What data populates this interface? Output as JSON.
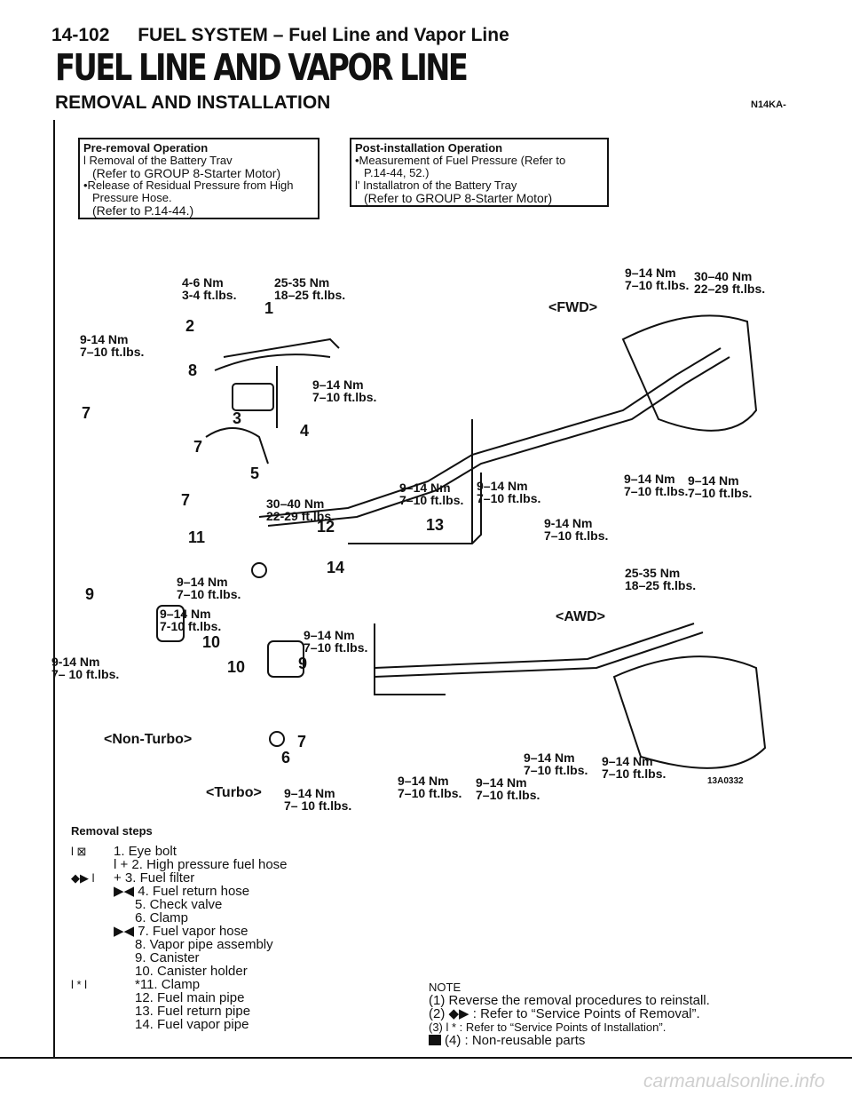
{
  "header": {
    "page": "14-102",
    "section": "FUEL SYSTEM – Fuel Line and Vapor Line"
  },
  "title": "FUEL LINE AND VAPOR LINE",
  "subtitle": "REMOVAL AND INSTALLATION",
  "code": "N14KA-",
  "pre_op": {
    "title": "Pre-removal Operation",
    "lines": [
      "l  Removal of the Battery Trav",
      "(Refer to GROUP 8-Starter Motor)",
      "•Release of Residual Pressure from High",
      "Pressure Hose.",
      "(Refer to P.14-44.)"
    ]
  },
  "post_op": {
    "title": "Post-installation Operation",
    "lines": [
      "•Measurement of Fuel Pressure (Refer to",
      "P.14-44, 52.)",
      "l' Installatron of the Battery Tray",
      "(Refer to GROUP 8-Starter Motor)"
    ]
  },
  "diagram": {
    "labels": [
      {
        "t": "4-6 Nm\n3-4 ft.lbs."
      },
      {
        "t": "25-35 Nm\n18–25 ft.lbs."
      },
      {
        "t": "9-14 Nm\n7–10 ft.lbs."
      },
      {
        "t": "9–14 Nm\n7–10 ft.lbs."
      },
      {
        "t": "30–40 Nm\n22–29 ft.lbs."
      },
      {
        "t": "9–14 Nm\n7–10 ft.lbs."
      },
      {
        "t": "9–14 Nm\n7–10 ft.lbs."
      },
      {
        "t": "9–14 Nm\n7–10 ft.lbs."
      },
      {
        "t": "9–14 Nm\n7–10 ft.lbs."
      },
      {
        "t": "9–14 Nm\n7–10 ft.lbs."
      },
      {
        "t": "9-14 Nm\n7–10 ft.lbs."
      },
      {
        "t": "30–40 Nm\n22-29 ft.lbs."
      },
      {
        "t": "9–14 Nm\n7–10 ft.lbs."
      },
      {
        "t": "9–14 Nm\n7-10 ft.lbs."
      },
      {
        "t": "9–14 Nm\n7–10 ft.lbs."
      },
      {
        "t": "9-14 Nm\n7– 10 ft.lbs."
      },
      {
        "t": "25-35 Nm\n18–25 ft.lbs."
      },
      {
        "t": "9–14 Nm\n7–10 ft.lbs."
      },
      {
        "t": "9–14 Nm\n7–10 ft.lbs."
      },
      {
        "t": "9–14 Nm\n7–10 ft.lbs."
      },
      {
        "t": "9–14 Nm\n7–10 ft.lbs."
      },
      {
        "t": "9–14 Nm\n7– 10 ft.lbs."
      }
    ],
    "numbers": [
      "1",
      "2",
      "3",
      "4",
      "5",
      "6",
      "7",
      "7",
      "7",
      "7",
      "8",
      "9",
      "9",
      "10",
      "10",
      "11",
      "12",
      "13",
      "14"
    ],
    "captions": {
      "fwd": "<FWD>",
      "awd": "<AWD>",
      "non_turbo": "<Non-Turbo>",
      "turbo": "<Turbo>"
    },
    "figure_no": "13A0332"
  },
  "removal": {
    "title": "Removal steps",
    "steps": [
      {
        "mk": "l ⊠",
        "text": "1. Eye bolt"
      },
      {
        "mk": "",
        "text": "l  + 2. High pressure fuel hose"
      },
      {
        "mk": "◆▶ l",
        "text": "+ 3. Fuel filter"
      },
      {
        "mk": "",
        "text": "▶◀ 4. Fuel return hose"
      },
      {
        "mk": "",
        "text": "5. Check valve"
      },
      {
        "mk": "",
        "text": "6. Clamp"
      },
      {
        "mk": "",
        "text": "▶◀ 7. Fuel vapor hose"
      },
      {
        "mk": "",
        "text": "8. Vapor pipe assembly"
      },
      {
        "mk": "",
        "text": "9. Canister"
      },
      {
        "mk": "",
        "text": "10. Canister holder"
      },
      {
        "mk": "l * l",
        "text": "*11. Clamp"
      },
      {
        "mk": "",
        "text": "12. Fuel main pipe"
      },
      {
        "mk": "",
        "text": "13. Fuel return pipe"
      },
      {
        "mk": "",
        "text": "14. Fuel vapor pipe"
      }
    ]
  },
  "note": {
    "title": "NOTE",
    "lines": [
      "(1) Reverse the removal procedures to reinstall.",
      "(2) ◆▶ : Refer to “Service Points of Removal”.",
      "(3)  l  * : Refer to “Service Points of Installation”.",
      "(4)  : Non-reusable parts"
    ]
  },
  "footer": {
    "watermark": "carmanualsonline.info"
  }
}
